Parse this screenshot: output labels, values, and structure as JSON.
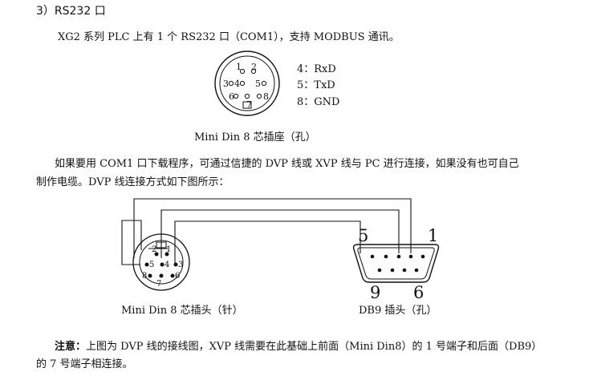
{
  "section": {
    "heading": "3）RS232 口"
  },
  "intro": "XG2 系列 PLC 上有 1 个 RS232 口（COM1），支持 MODBUS 通讯。",
  "socket_diagram": {
    "pins": [
      "1",
      "2",
      "3",
      "4",
      "5",
      "6",
      "7",
      "8"
    ],
    "pin_functions": [
      {
        "label": "4：RxD"
      },
      {
        "label": "5：TxD"
      },
      {
        "label": "8：GND"
      }
    ],
    "caption": "Mini Din 8 芯插座（孔）"
  },
  "paragraph": {
    "line1": "如果要用 COM1 口下载程序，可通过信捷的 DVP 线或 XVP 线与 PC 进行连接，如果没有也可自己",
    "line2": "制作电缆。DVP 线连接方式如下图所示："
  },
  "wiring_diagram": {
    "minidin_pins": [
      "1",
      "2",
      "3",
      "4",
      "5",
      "6",
      "7",
      "8"
    ],
    "db9_labels": {
      "top_left": "5",
      "top_right": "1",
      "bottom_left": "9",
      "bottom_right": "6"
    },
    "minidin_caption": "Mini Din 8 芯插头（针）",
    "db9_caption": "DB9 插头（孔）"
  },
  "note": {
    "label": "注意：",
    "line1": "上图为 DVP 线的接线图，XVP 线需要在此基础上前面（Mini Din8）的 1 号端子和后面（DB9）",
    "line2": "的 7 号端子相连接。"
  }
}
